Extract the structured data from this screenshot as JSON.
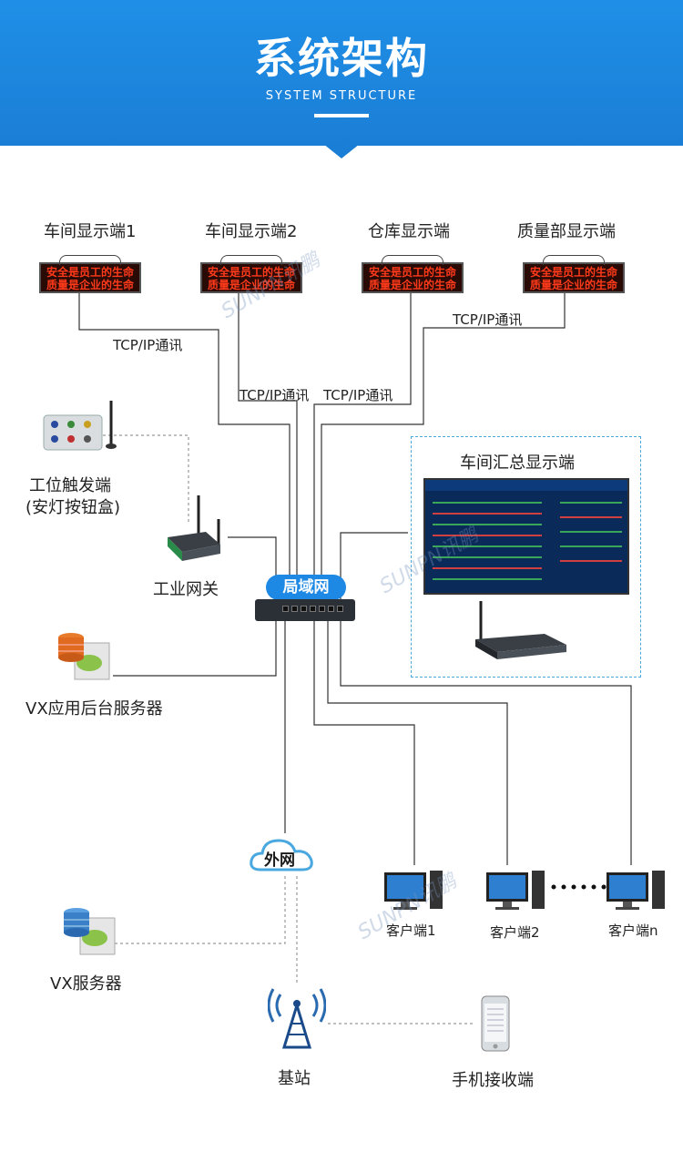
{
  "header": {
    "title": "系统架构",
    "subtitle": "SYSTEM STRUCTURE"
  },
  "displays": [
    {
      "label": "车间显示端1",
      "led_line1": "安全是员工的生命",
      "led_line2": "质量是企业的生命"
    },
    {
      "label": "车间显示端2",
      "led_line1": "安全是员工的生命",
      "led_line2": "质量是企业的生命"
    },
    {
      "label": "仓库显示端",
      "led_line1": "安全是员工的生命",
      "led_line2": "质量是企业的生命"
    },
    {
      "label": "质量部显示端",
      "led_line1": "安全是员工的生命",
      "led_line2": "质量是企业的生命"
    }
  ],
  "tcp_labels": [
    "TCP/IP通讯",
    "TCP/IP通讯",
    "TCP/IP通讯",
    "TCP/IP通讯"
  ],
  "trigger": {
    "line1": "工位触发端",
    "line2": "(安灯按钮盒)"
  },
  "gateway": {
    "label": "工业网关"
  },
  "vx_app_server": {
    "label": "VX应用后台服务器"
  },
  "summary_display": {
    "label": "车间汇总显示端"
  },
  "lan": {
    "label": "局域网"
  },
  "wan": {
    "label": "外网"
  },
  "vx_server": {
    "label": "VX服务器"
  },
  "base_station": {
    "label": "基站"
  },
  "phone": {
    "label": "手机接收端"
  },
  "clients": [
    {
      "label": "客户端1"
    },
    {
      "label": "客户端2"
    },
    {
      "label": "客户端n"
    }
  ],
  "watermark": "SUNPN讯鹏",
  "icons": [
    "led-screen-icon",
    "button-box-icon",
    "antenna-icon",
    "gateway-icon",
    "server-icon",
    "switch-icon",
    "cloud-icon",
    "computer-icon",
    "tower-icon",
    "phone-icon"
  ],
  "colors": {
    "header": "#1b7ed6",
    "lan_pill": "#1e88e5",
    "led_text": "#ff3a1a",
    "dashed": "#4aa8d8"
  }
}
